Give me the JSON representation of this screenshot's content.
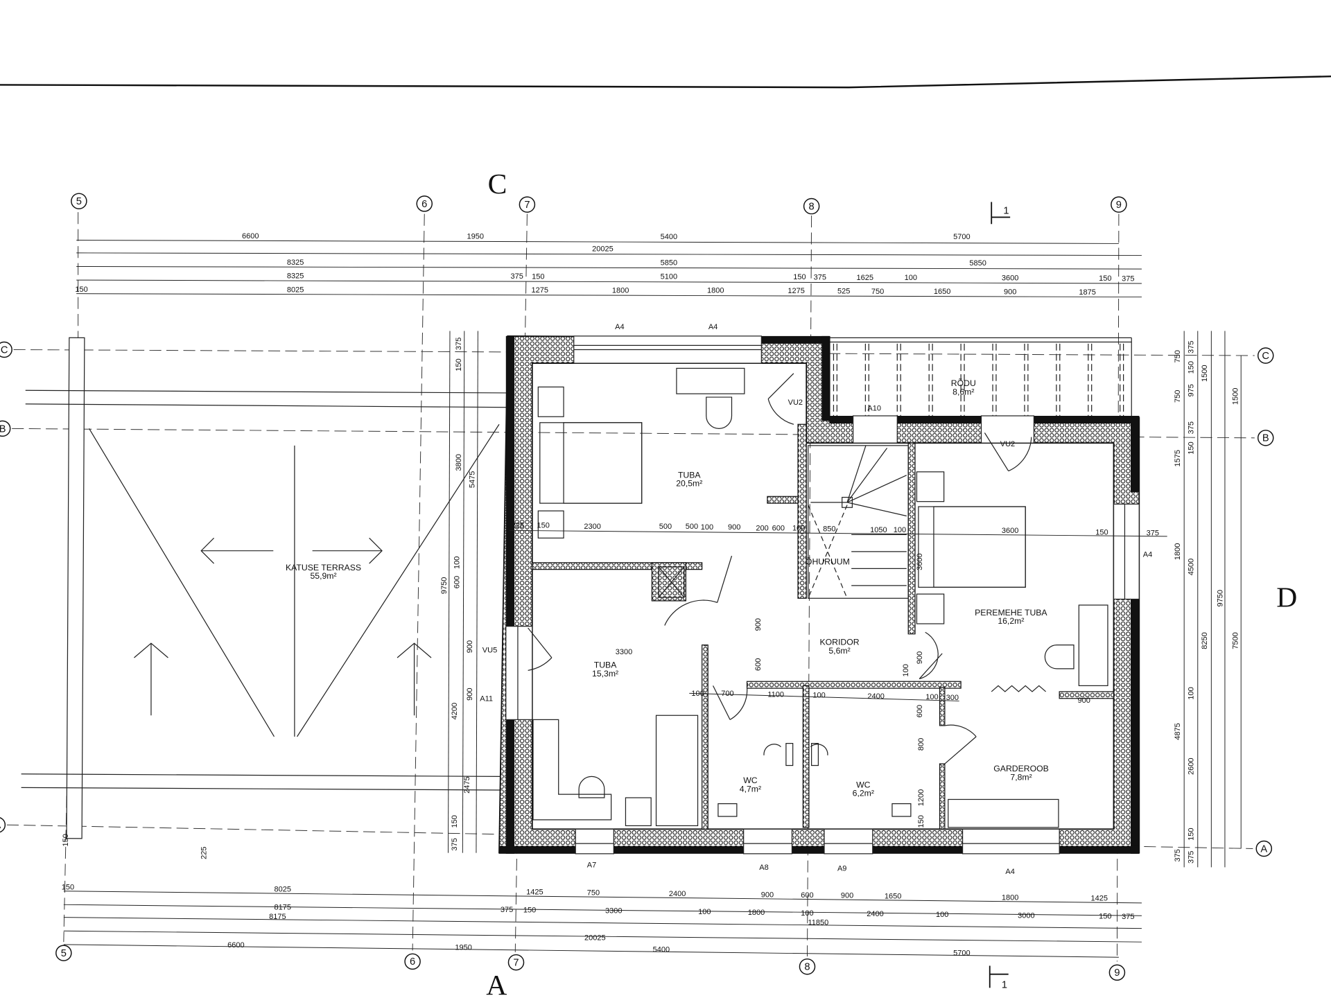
{
  "section_letters": {
    "top": "C",
    "bottom": "A",
    "right": "D"
  },
  "section_marker": "1",
  "grid_columns": [
    "5",
    "6",
    "7",
    "8",
    "9"
  ],
  "grid_rows": [
    "C",
    "B",
    "A"
  ],
  "rooms": [
    {
      "name": "TUBA",
      "area": "20,5m²"
    },
    {
      "name": "KATUSE TERRASS",
      "area": "55,9m²"
    },
    {
      "name": "RÕDU",
      "area": "8,6m²"
    },
    {
      "name": "ÕHURUUM",
      "area": ""
    },
    {
      "name": "KORIDOR",
      "area": "5,6m²"
    },
    {
      "name": "PEREMEHE TUBA",
      "area": "16,2m²"
    },
    {
      "name": "TUBA",
      "area": "15,3m²"
    },
    {
      "name": "WC",
      "area": "4,7m²"
    },
    {
      "name": "WC",
      "area": "6,2m²"
    },
    {
      "name": "GARDEROOB",
      "area": "7,8m²"
    }
  ],
  "openings": [
    "A4",
    "A4",
    "A10",
    "VU2",
    "VU2",
    "A4",
    "VU5",
    "A11",
    "A7",
    "A8",
    "A9",
    "A4"
  ],
  "dims_top": [
    [
      "6600",
      "1950",
      "5400",
      "5700"
    ],
    [
      "20025"
    ],
    [
      "8325",
      "5850",
      "5850"
    ],
    [
      "8325",
      "375",
      "150",
      "5100",
      "150",
      "375",
      "1625",
      "100",
      "3600",
      "150",
      "375"
    ],
    [
      "150",
      "8025",
      "1275",
      "1800",
      "1800",
      "1275",
      "525",
      "750",
      "1650",
      "900",
      "1875"
    ]
  ],
  "dims_bottom": [
    [
      "150",
      "8025",
      "1425",
      "750",
      "2400",
      "900",
      "600",
      "900",
      "1650",
      "1800",
      "1425"
    ],
    [
      "8175",
      "375",
      "150",
      "3300",
      "100",
      "1800",
      "100",
      "2400",
      "100",
      "3000",
      "150",
      "375"
    ],
    [
      "8175",
      "11850"
    ],
    [
      "20025"
    ],
    [
      "6600",
      "1950",
      "5400",
      "5700"
    ]
  ],
  "dims_left": [
    "9750",
    "375",
    "150",
    "4200",
    "900",
    "900",
    "600",
    "100",
    "3800",
    "150",
    "375",
    "5475",
    "2475",
    "225",
    "150"
  ],
  "dims_right": [
    "750",
    "750",
    "1575",
    "1800",
    "4875",
    "375",
    "375",
    "150",
    "975",
    "375",
    "150",
    "4500",
    "100",
    "2600",
    "150",
    "375",
    "1500",
    "8250",
    "9750",
    "1500",
    "7500"
  ],
  "dims_interior": [
    "225",
    "150",
    "2300",
    "500",
    "500",
    "100",
    "900",
    "200",
    "600",
    "100",
    "850",
    "1050",
    "100",
    "3600",
    "150",
    "375",
    "3600",
    "900",
    "600",
    "100",
    "900",
    "3300",
    "100",
    "700",
    "1100",
    "100",
    "2400",
    "100",
    "300",
    "900",
    "600",
    "800",
    "1200",
    "150"
  ]
}
